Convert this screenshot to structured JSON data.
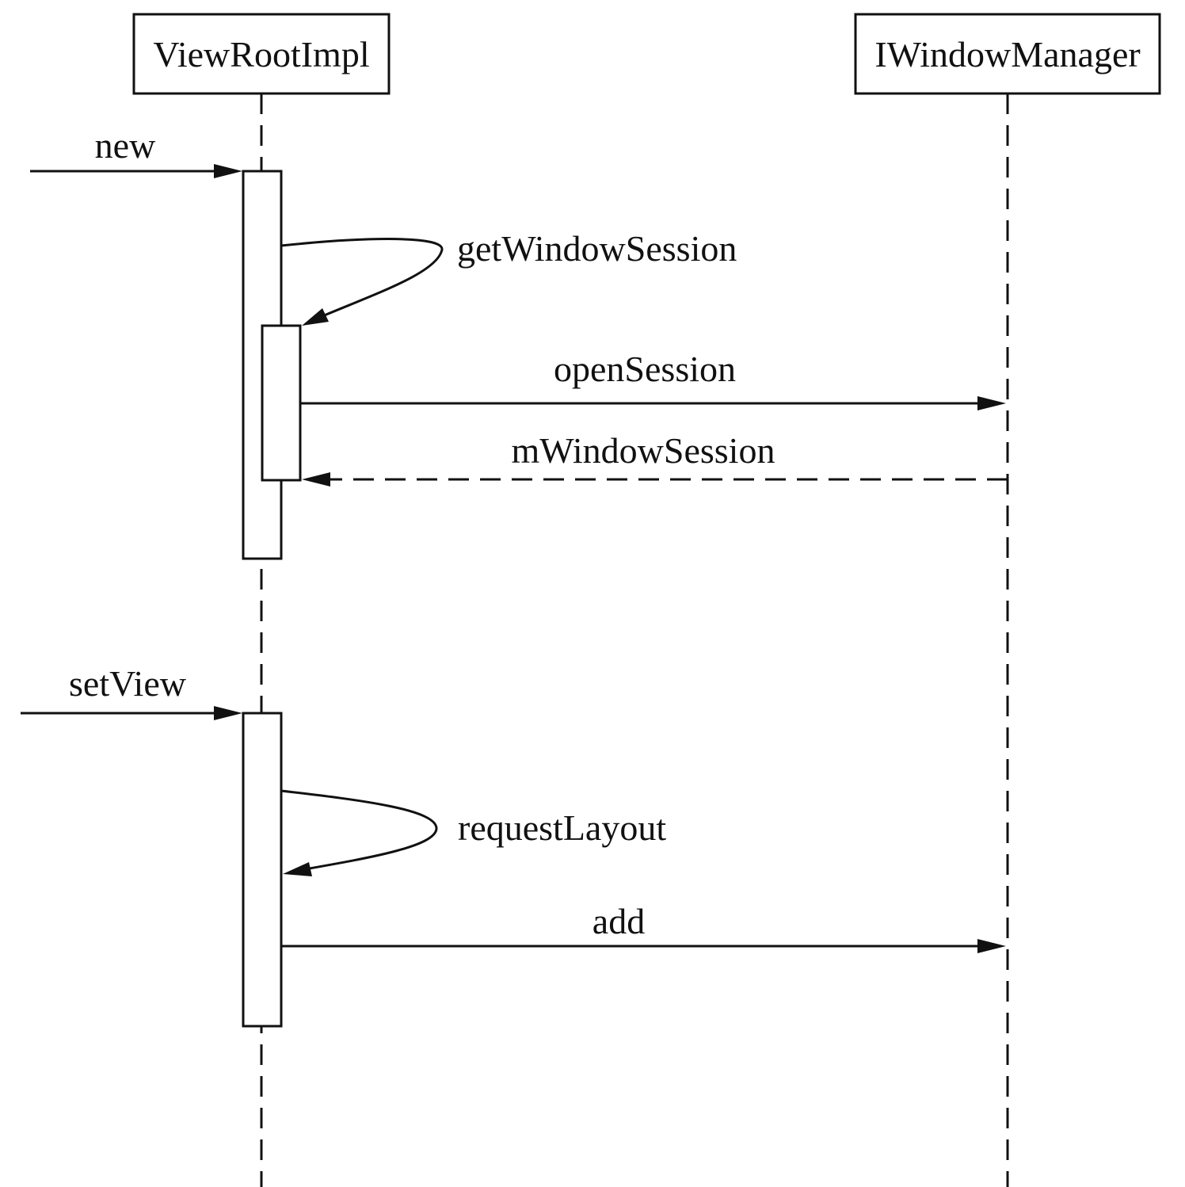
{
  "participants": {
    "view_root_impl": "ViewRootImpl",
    "iwindow_manager": "IWindowManager"
  },
  "messages": {
    "new": "new",
    "get_window_session": "getWindowSession",
    "open_session": "openSession",
    "m_window_session": "mWindowSession",
    "set_view": "setView",
    "request_layout": "requestLayout",
    "add": "add"
  },
  "colors": {
    "stroke": "#111111",
    "background": "#ffffff"
  }
}
